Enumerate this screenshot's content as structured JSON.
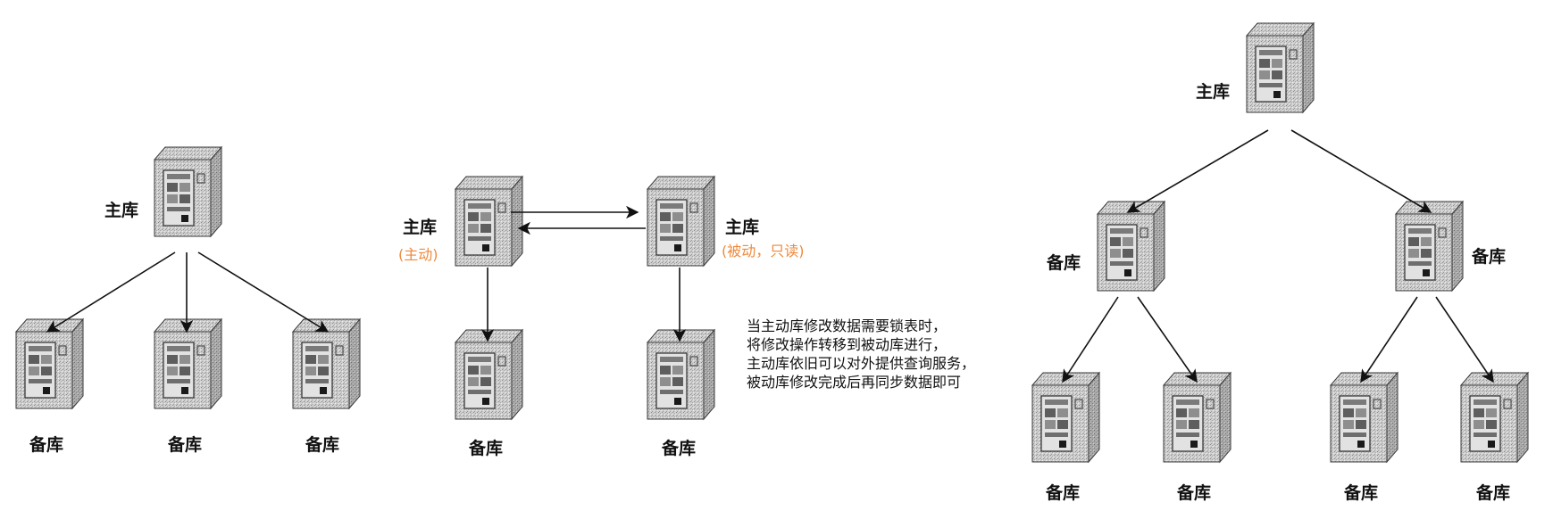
{
  "labels": {
    "master": "主库",
    "slave": "备库"
  },
  "middle": {
    "active_note": "(主动)",
    "passive_note": "(被动，只读)",
    "description": [
      "当主动库修改数据需要锁表时，",
      "将修改操作转移到被动库进行，",
      "主动库依旧可以对外提供查询服务，",
      "被动库修改完成后再同步数据即可"
    ]
  },
  "colors": {
    "accent": "#ee8a3c",
    "text": "#111111",
    "server_body": "#d9d9d9",
    "server_dark": "#6a6a6a"
  },
  "icons": {
    "server": "server-icon"
  }
}
